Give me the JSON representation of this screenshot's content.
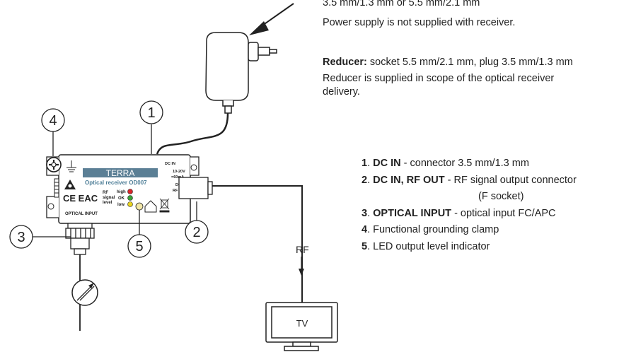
{
  "power": {
    "line1": "3.5 mm/1.3 mm or 5.5 mm/2.1 mm",
    "line2": "Power supply is not supplied with receiver."
  },
  "reducer": {
    "title": "Reducer:",
    "spec": " socket 5.5 mm/2.1 mm, plug 3.5 mm/1.3 mm",
    "line2": "Reducer is supplied in scope of the optical receiver",
    "line3": "delivery."
  },
  "callouts": [
    "1",
    "2",
    "3",
    "4",
    "5"
  ],
  "legend": [
    {
      "num": "1",
      "name": "DC IN",
      "desc": "  - connector 3.5 mm/1.3 mm"
    },
    {
      "num": "2",
      "name": "DC IN, RF OUT",
      "desc": " - RF signal output connector"
    },
    {
      "cont": "(F socket)"
    },
    {
      "num": "3",
      "name": "OPTICAL INPUT",
      "desc": " - optical input FC/APC"
    },
    {
      "num": "4",
      "name": "",
      "desc": "Functional grounding clamp"
    },
    {
      "num": "5",
      "name": "",
      "desc": "LED output level indicator"
    }
  ],
  "device": {
    "brand": "TERRA",
    "model": "Optical receiver OD007",
    "dc_in_top": "DC IN",
    "voltage": "10-20V",
    "current": "=60mA",
    "dc_in": "DC IN",
    "rf_out": "RF OUT",
    "rf": "RF",
    "signal": "signal",
    "level": "level",
    "high": "high",
    "ok": "OK",
    "low": "low",
    "optical_input": "OPTICAL INPUT",
    "marks": "CE EAC"
  },
  "rf_label": "RF",
  "tv_label": "TV"
}
